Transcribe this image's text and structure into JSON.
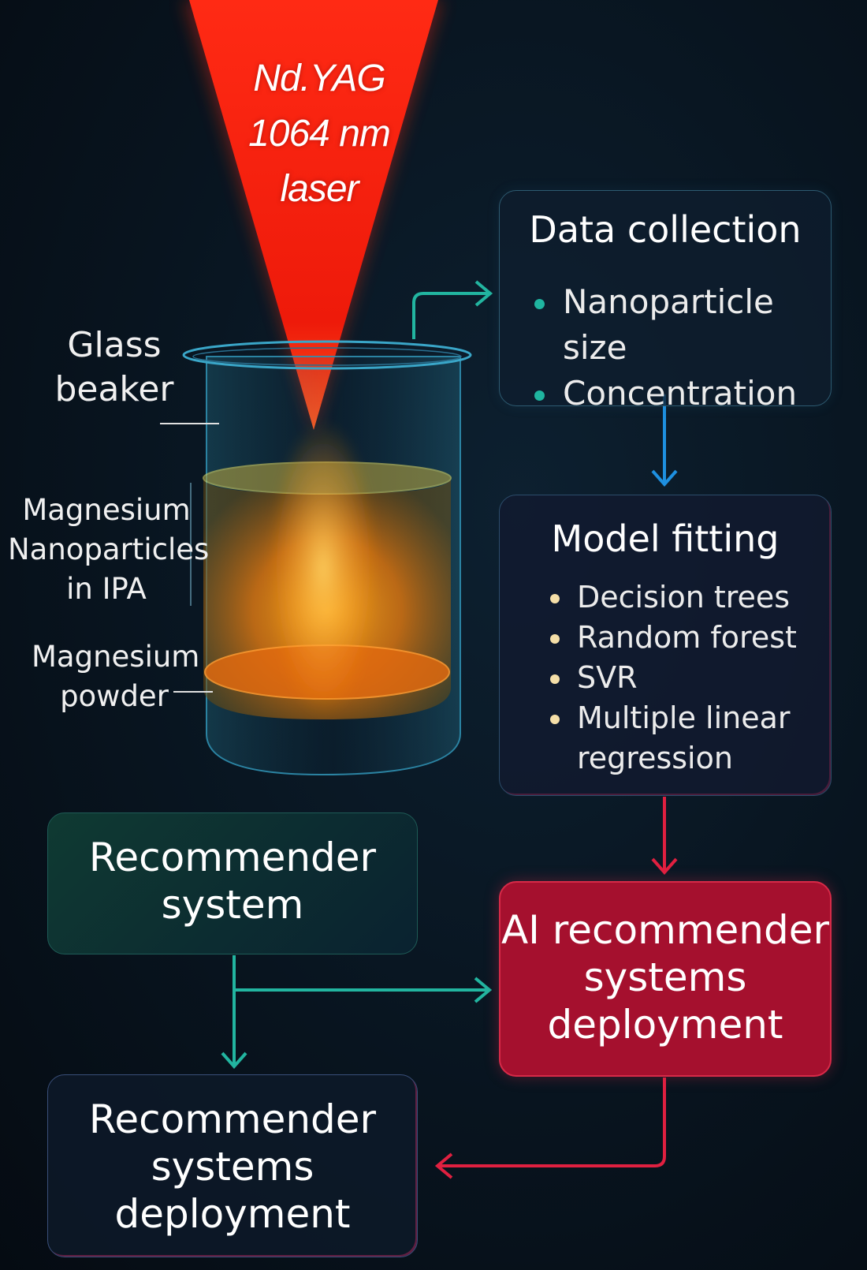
{
  "laser": {
    "lines": [
      "Nd.YAG",
      "1064 nm",
      "laser"
    ],
    "color": "#ff2010"
  },
  "labels": {
    "beaker": [
      "Glass",
      "beaker"
    ],
    "nanoparticles": [
      "Magnesium",
      "Nanoparticles",
      "in IPA"
    ],
    "powder": [
      "Magnesium",
      "powder"
    ]
  },
  "boxes": {
    "data_collection": {
      "title": "Data collection",
      "items": [
        "Nanoparticle size",
        "Concentration"
      ],
      "bullet_color": "#1fb5a0"
    },
    "model_fitting": {
      "title": "Model fitting",
      "items": [
        "Decision trees",
        "Random forest",
        "SVR",
        "Multiple linear",
        "regression"
      ],
      "bullet_color": "#f5dfa8"
    },
    "recommender_system": {
      "lines": [
        "Recommender",
        "system"
      ]
    },
    "ai_deployment": {
      "lines": [
        "AI recommender",
        "systems",
        "deployment"
      ]
    },
    "final_deployment": {
      "lines": [
        "Recommender",
        "systems",
        "deployment"
      ]
    }
  },
  "colors": {
    "teal_arrow": "#22b5a0",
    "blue_arrow": "#1e90e0",
    "red_arrow": "#e02040",
    "red_box": "#a5102e",
    "liquid": "#f08a10"
  }
}
